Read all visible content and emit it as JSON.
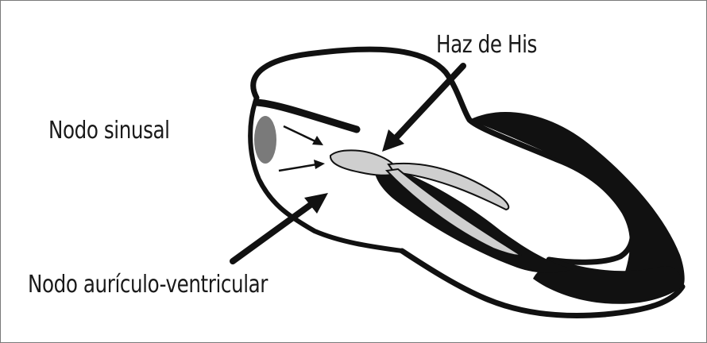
{
  "labels": {
    "his_bundle": "Haz de His",
    "sinus_node": "Nodo sinusal",
    "av_node": "Nodo aurículo-ventricular"
  },
  "colors": {
    "ink": "#111111",
    "conduction": "#cfcfcf",
    "sinus_node_fill": "#7a7a7a",
    "background": "#ffffff"
  }
}
